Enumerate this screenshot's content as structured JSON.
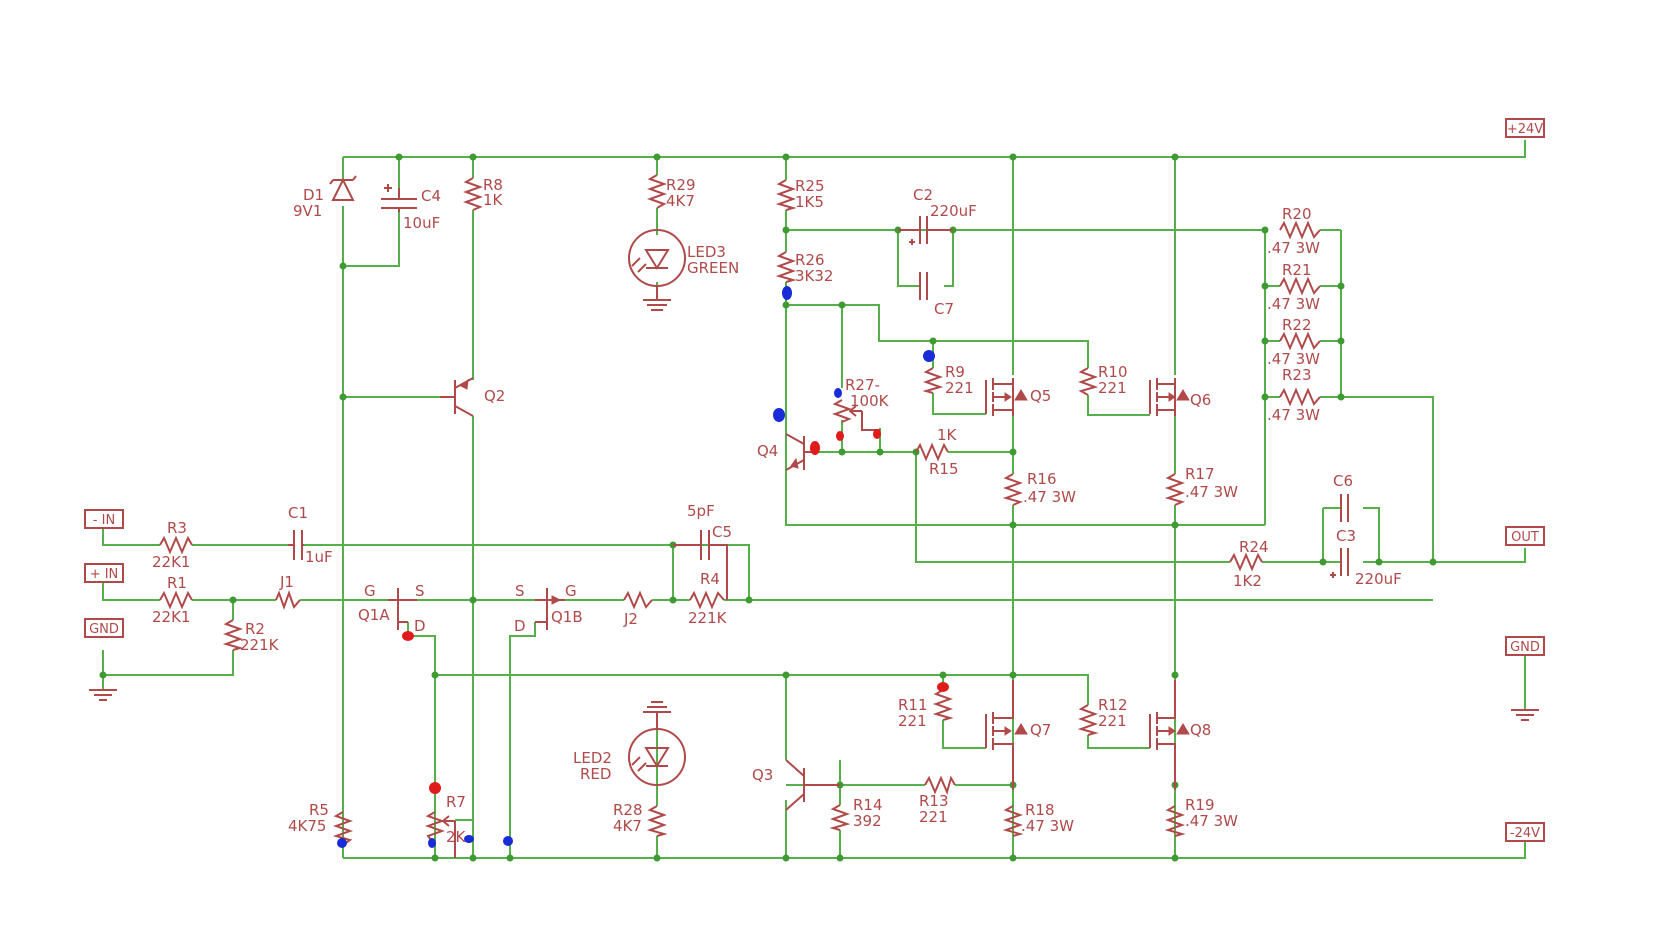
{
  "ports": {
    "p24": "+24V",
    "m24": "-24V",
    "out": "OUT",
    "gnd_r": "GND",
    "gnd_l": "GND",
    "minus_in": "- IN",
    "plus_in": "+ IN"
  },
  "labels": {
    "d1": "D1",
    "d1v": "9V1",
    "c4": "C4",
    "c4v": "10uF",
    "r8": "R8",
    "r8v": "1K",
    "r29": "R29",
    "r29v": "4K7",
    "led3": "LED3",
    "led3v": "GREEN",
    "r25": "R25",
    "r25v": "1K5",
    "r26": "R26",
    "r26v": "3K32",
    "c2": "C2",
    "c2v": "220uF",
    "c7": "C7",
    "r20": "R20",
    "r20v": ".47 3W",
    "r21": "R21",
    "r21v": ".47 3W",
    "r22": "R22",
    "r22v": ".47 3W",
    "r23": "R23",
    "r23v": ".47 3W",
    "q2": "Q2",
    "r27": "R27-",
    "r27v": "100K",
    "r9": "R9",
    "r9v": "221",
    "q5": "Q5",
    "r10": "R10",
    "r10v": "221",
    "q6": "Q6",
    "q4": "Q4",
    "r15v": "1K",
    "r15": "R15",
    "r16": "R16",
    "r16v": ".47 3W",
    "r17": "R17",
    "r17v": ".47 3W",
    "c6": "C6",
    "c3": "C3",
    "c3v": "220uF",
    "r3": "R3",
    "r3v": "22K1",
    "c1": "C1",
    "c1v": "1uF",
    "c5v": "5pF",
    "c5": "C5",
    "r4": "R4",
    "r4v": "221K",
    "r24": "R24",
    "r24v": "1K2",
    "r1": "R1",
    "r1v": "22K1",
    "j1": "J1",
    "q1a_g": "G",
    "q1a_s": "S",
    "q1a": "Q1A",
    "q1a_d": "D",
    "q1b_s": "S",
    "q1b_g": "G",
    "q1b": "Q1B",
    "q1b_d": "D",
    "j2": "J2",
    "r2": "R2",
    "r2v": "221K",
    "led2": "LED2",
    "led2v": "RED",
    "q3": "Q3",
    "r11": "R11",
    "r11v": "221",
    "q7": "Q7",
    "r12": "R12",
    "r12v": "221",
    "q8": "Q8",
    "r5": "R5",
    "r5v": "4K75",
    "r7": "R7",
    "r7v": "2K",
    "r28": "R28",
    "r28v": "4K7",
    "r14": "R14",
    "r14v": "392",
    "r13": "R13",
    "r13v": "221",
    "r18": "R18",
    "r18v": ".47 3W",
    "r19": "R19",
    "r19v": ".47 3W"
  },
  "colors": {
    "wire": "#56b04a",
    "part": "#b04a4a",
    "junction": "#3f9a33",
    "annot_blue": "#1a2bd8",
    "annot_red": "#e01b1b"
  }
}
